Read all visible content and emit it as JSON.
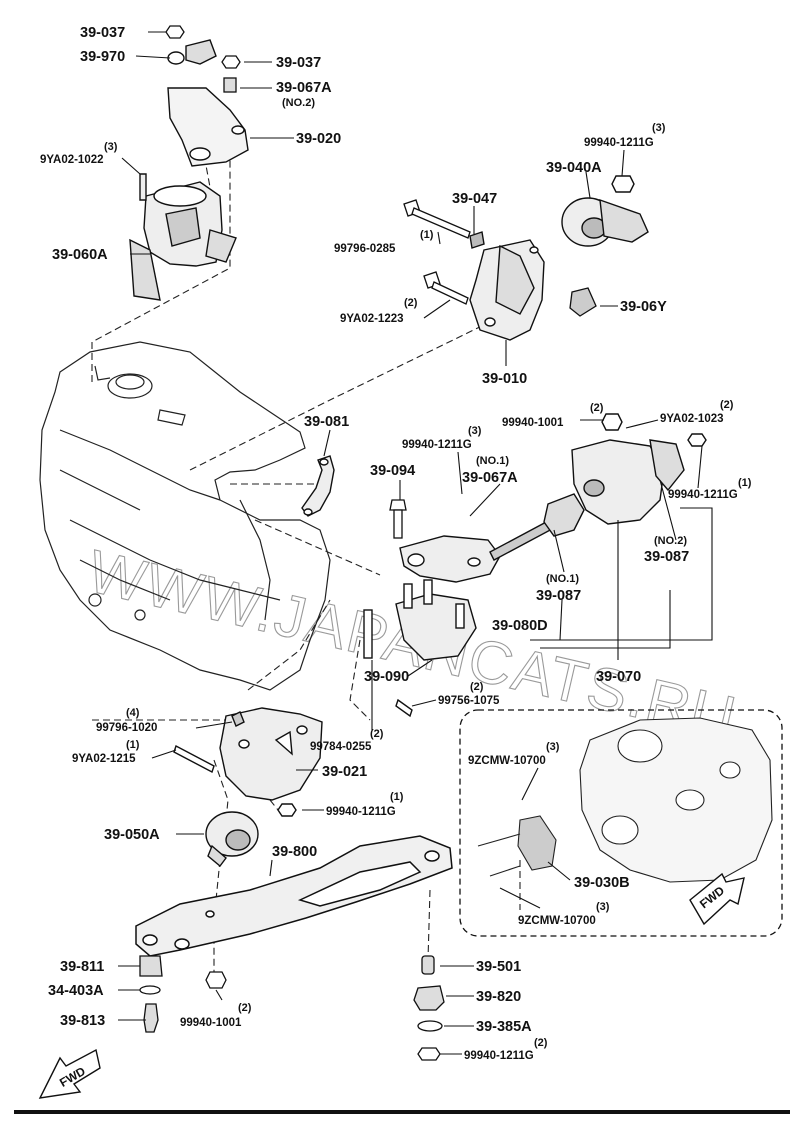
{
  "watermark": "WWW.JAPANCATS.RU",
  "fwd": "FWD",
  "labels": {
    "p39_037a": "39-037",
    "p39_970": "39-970",
    "p39_037b": "39-037",
    "p39_067a_no2": "39-067A",
    "no2_a": "(NO.2)",
    "p39_020": "39-020",
    "q_9ya02_1022": "(3)",
    "p9ya02_1022": "9YA02-1022",
    "p39_060a": "39-060A",
    "q_99940_1211g_a": "(3)",
    "p99940_1211g_a": "99940-1211G",
    "p39_040a": "39-040A",
    "p39_047": "39-047",
    "q_99796_0285": "(1)",
    "p99796_0285": "99796-0285",
    "p39_06y": "39-06Y",
    "q_9ya02_1223": "(2)",
    "p9ya02_1223": "9YA02-1223",
    "p39_010": "39-010",
    "p39_081": "39-081",
    "q_99940_1001_a": "(2)",
    "p99940_1001_a": "99940-1001",
    "q_9ya02_1023": "(2)",
    "p9ya02_1023": "9YA02-1023",
    "q_99940_1211g_b": "(3)",
    "p99940_1211g_b": "99940-1211G",
    "no1_a": "(NO.1)",
    "p39_067a_no1": "39-067A",
    "p39_094": "39-094",
    "q_99940_1211g_c": "(1)",
    "p99940_1211g_c": "99940-1211G",
    "no2_b": "(NO.2)",
    "p39_087b": "39-087",
    "no1_b": "(NO.1)",
    "p39_087a": "39-087",
    "p39_080d": "39-080D",
    "p39_090": "39-090",
    "p39_070": "39-070",
    "q_99756_1075": "(2)",
    "p99756_1075": "99756-1075",
    "q_99796_1020": "(4)",
    "p99796_1020": "99796-1020",
    "q_9ya02_1215": "(1)",
    "p9ya02_1215": "9YA02-1215",
    "q_99784_0255": "(2)",
    "p99784_0255": "99784-0255",
    "p39_021": "39-021",
    "q_99940_1211g_d": "(1)",
    "p99940_1211g_d": "99940-1211G",
    "p39_050a": "39-050A",
    "p39_800": "39-800",
    "q_9zcmw_a": "(3)",
    "p9zcmw_a": "9ZCMW-10700",
    "p39_030b": "39-030B",
    "q_9zcmw_b": "(3)",
    "p9zcmw_b": "9ZCMW-10700",
    "p39_811": "39-811",
    "p34_403a": "34-403A",
    "p39_813": "39-813",
    "q_99940_1001_b": "(2)",
    "p99940_1001_b": "99940-1001",
    "p39_501": "39-501",
    "p39_820": "39-820",
    "p39_385a": "39-385A",
    "q_99940_1211g_e": "(2)",
    "p99940_1211g_e": "99940-1211G"
  }
}
